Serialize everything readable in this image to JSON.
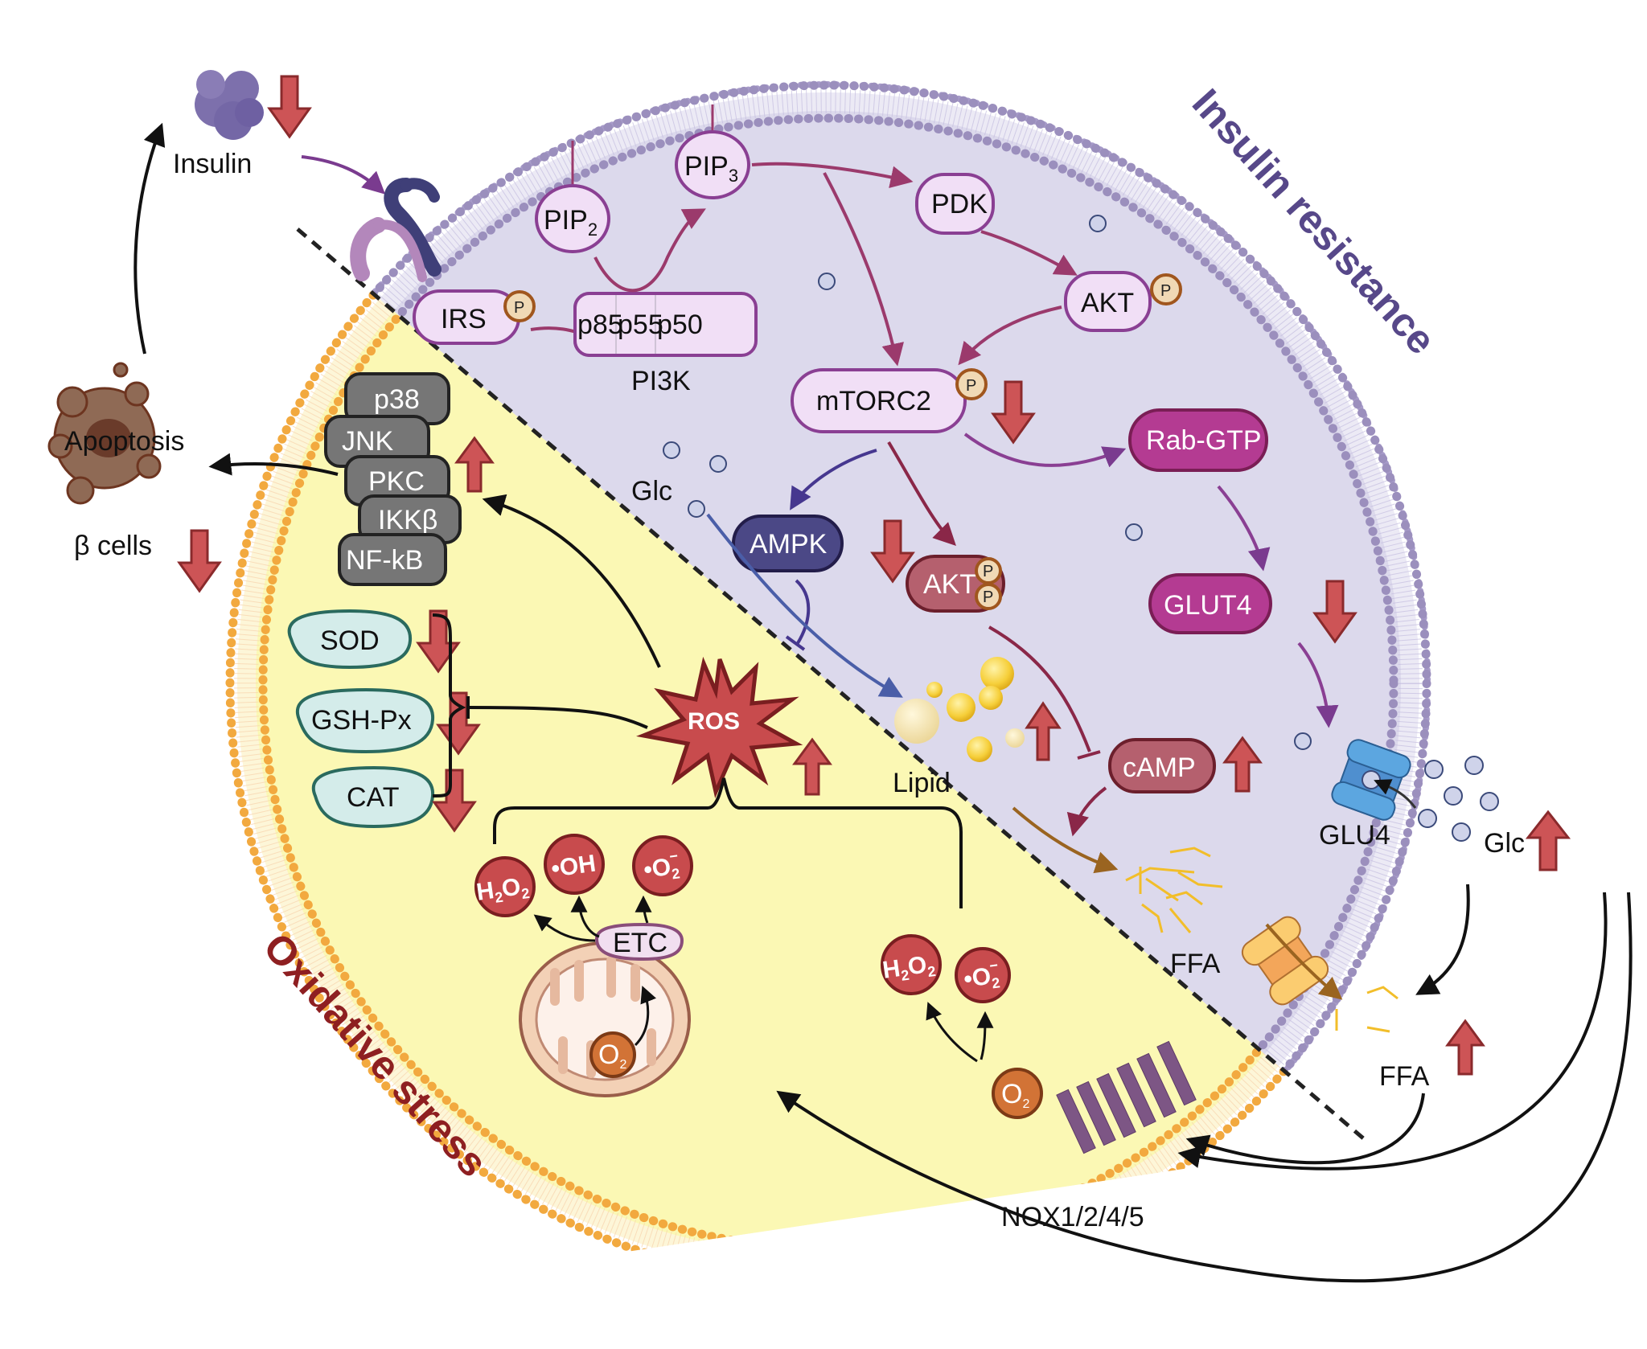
{
  "titles": {
    "insulin_resistance": "Insulin resistance",
    "oxidative_stress": "Oxidative stress"
  },
  "colors": {
    "ir_region": "#dcd9ec",
    "os_region": "#fbf8b4",
    "ir_membrane": "#9b8fbd",
    "os_membrane": "#f2a93f",
    "up_down_arrow": "#cd5456",
    "arrow_border": "#8a2a2c",
    "ir_title": "#574889",
    "os_title": "#8e1f21"
  },
  "extracellular": {
    "insulin": "Insulin",
    "apoptosis": "Apoptosis",
    "beta_cells": "β cells",
    "glc": "Glc",
    "ffa": "FFA",
    "glu4": "GLU4",
    "nox": "NOX1/2/4/5"
  },
  "insulin_pathway": {
    "irs": "IRS",
    "phospho": "P",
    "pip2": "PIP",
    "pip2_sub": "2",
    "pip3": "PIP",
    "pip3_sub": "3",
    "pi3k_subunits": [
      "p85",
      "p55",
      "p50"
    ],
    "pi3k": "PI3K",
    "pdk": "PDK",
    "akt": "AKT",
    "mtorc2": "mTORC2",
    "rab_gtp": "Rab-GTP",
    "ampk": "AMPK",
    "akt_pp": "AKT",
    "glut4": "GLUT4",
    "camp": "cAMP",
    "lipid": "Lipid",
    "glc_inside": "Glc",
    "ffa_inside": "FFA"
  },
  "stress_pathway": {
    "kinases": [
      "p38",
      "JNK",
      "PKC",
      "IKKβ",
      "NF-kB"
    ],
    "antioxidants": [
      "SOD",
      "GSH-Px",
      "CAT"
    ],
    "ros": "ROS",
    "etc": "ETC",
    "o2": "O",
    "o2_sub": "2",
    "radicals_mito": [
      {
        "main": "H",
        "sub": "2",
        "main2": "O",
        "sub2": "2"
      },
      {
        "main": "•OH"
      },
      {
        "main": "•O",
        "sub": "2",
        "sup": "−"
      }
    ],
    "radicals_nox": [
      {
        "main": "H",
        "sub": "2",
        "main2": "O",
        "sub2": "2"
      },
      {
        "main": "•O",
        "sub": "2",
        "sup": "−"
      }
    ]
  },
  "regulation": {
    "insulin": "down",
    "mtorc2": "down",
    "ampk": "down",
    "glut4": "down",
    "lipid": "up",
    "camp": "up",
    "glc_extracellular": "up",
    "ffa_extracellular": "up",
    "beta_cells": "down",
    "kinases": "up",
    "sod": "down",
    "gsh_px": "down",
    "cat": "down",
    "ros": "up"
  }
}
